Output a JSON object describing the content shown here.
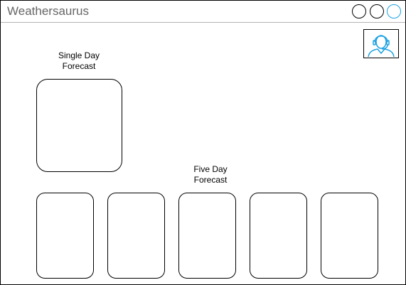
{
  "app": {
    "title": "Weathersaurus"
  },
  "window_controls": [
    "minimize",
    "maximize",
    "close"
  ],
  "user": {
    "avatar_icon": "user-headset-icon"
  },
  "single_day": {
    "label_line1": "Single Day",
    "label_line2": "Forecast"
  },
  "five_day": {
    "label_line1": "Five Day",
    "label_line2": "Forecast",
    "day_count": 5
  },
  "colors": {
    "accent": "#1ba1e2",
    "title_text": "#666666",
    "border": "#000000",
    "divider": "#b3b3b3"
  }
}
